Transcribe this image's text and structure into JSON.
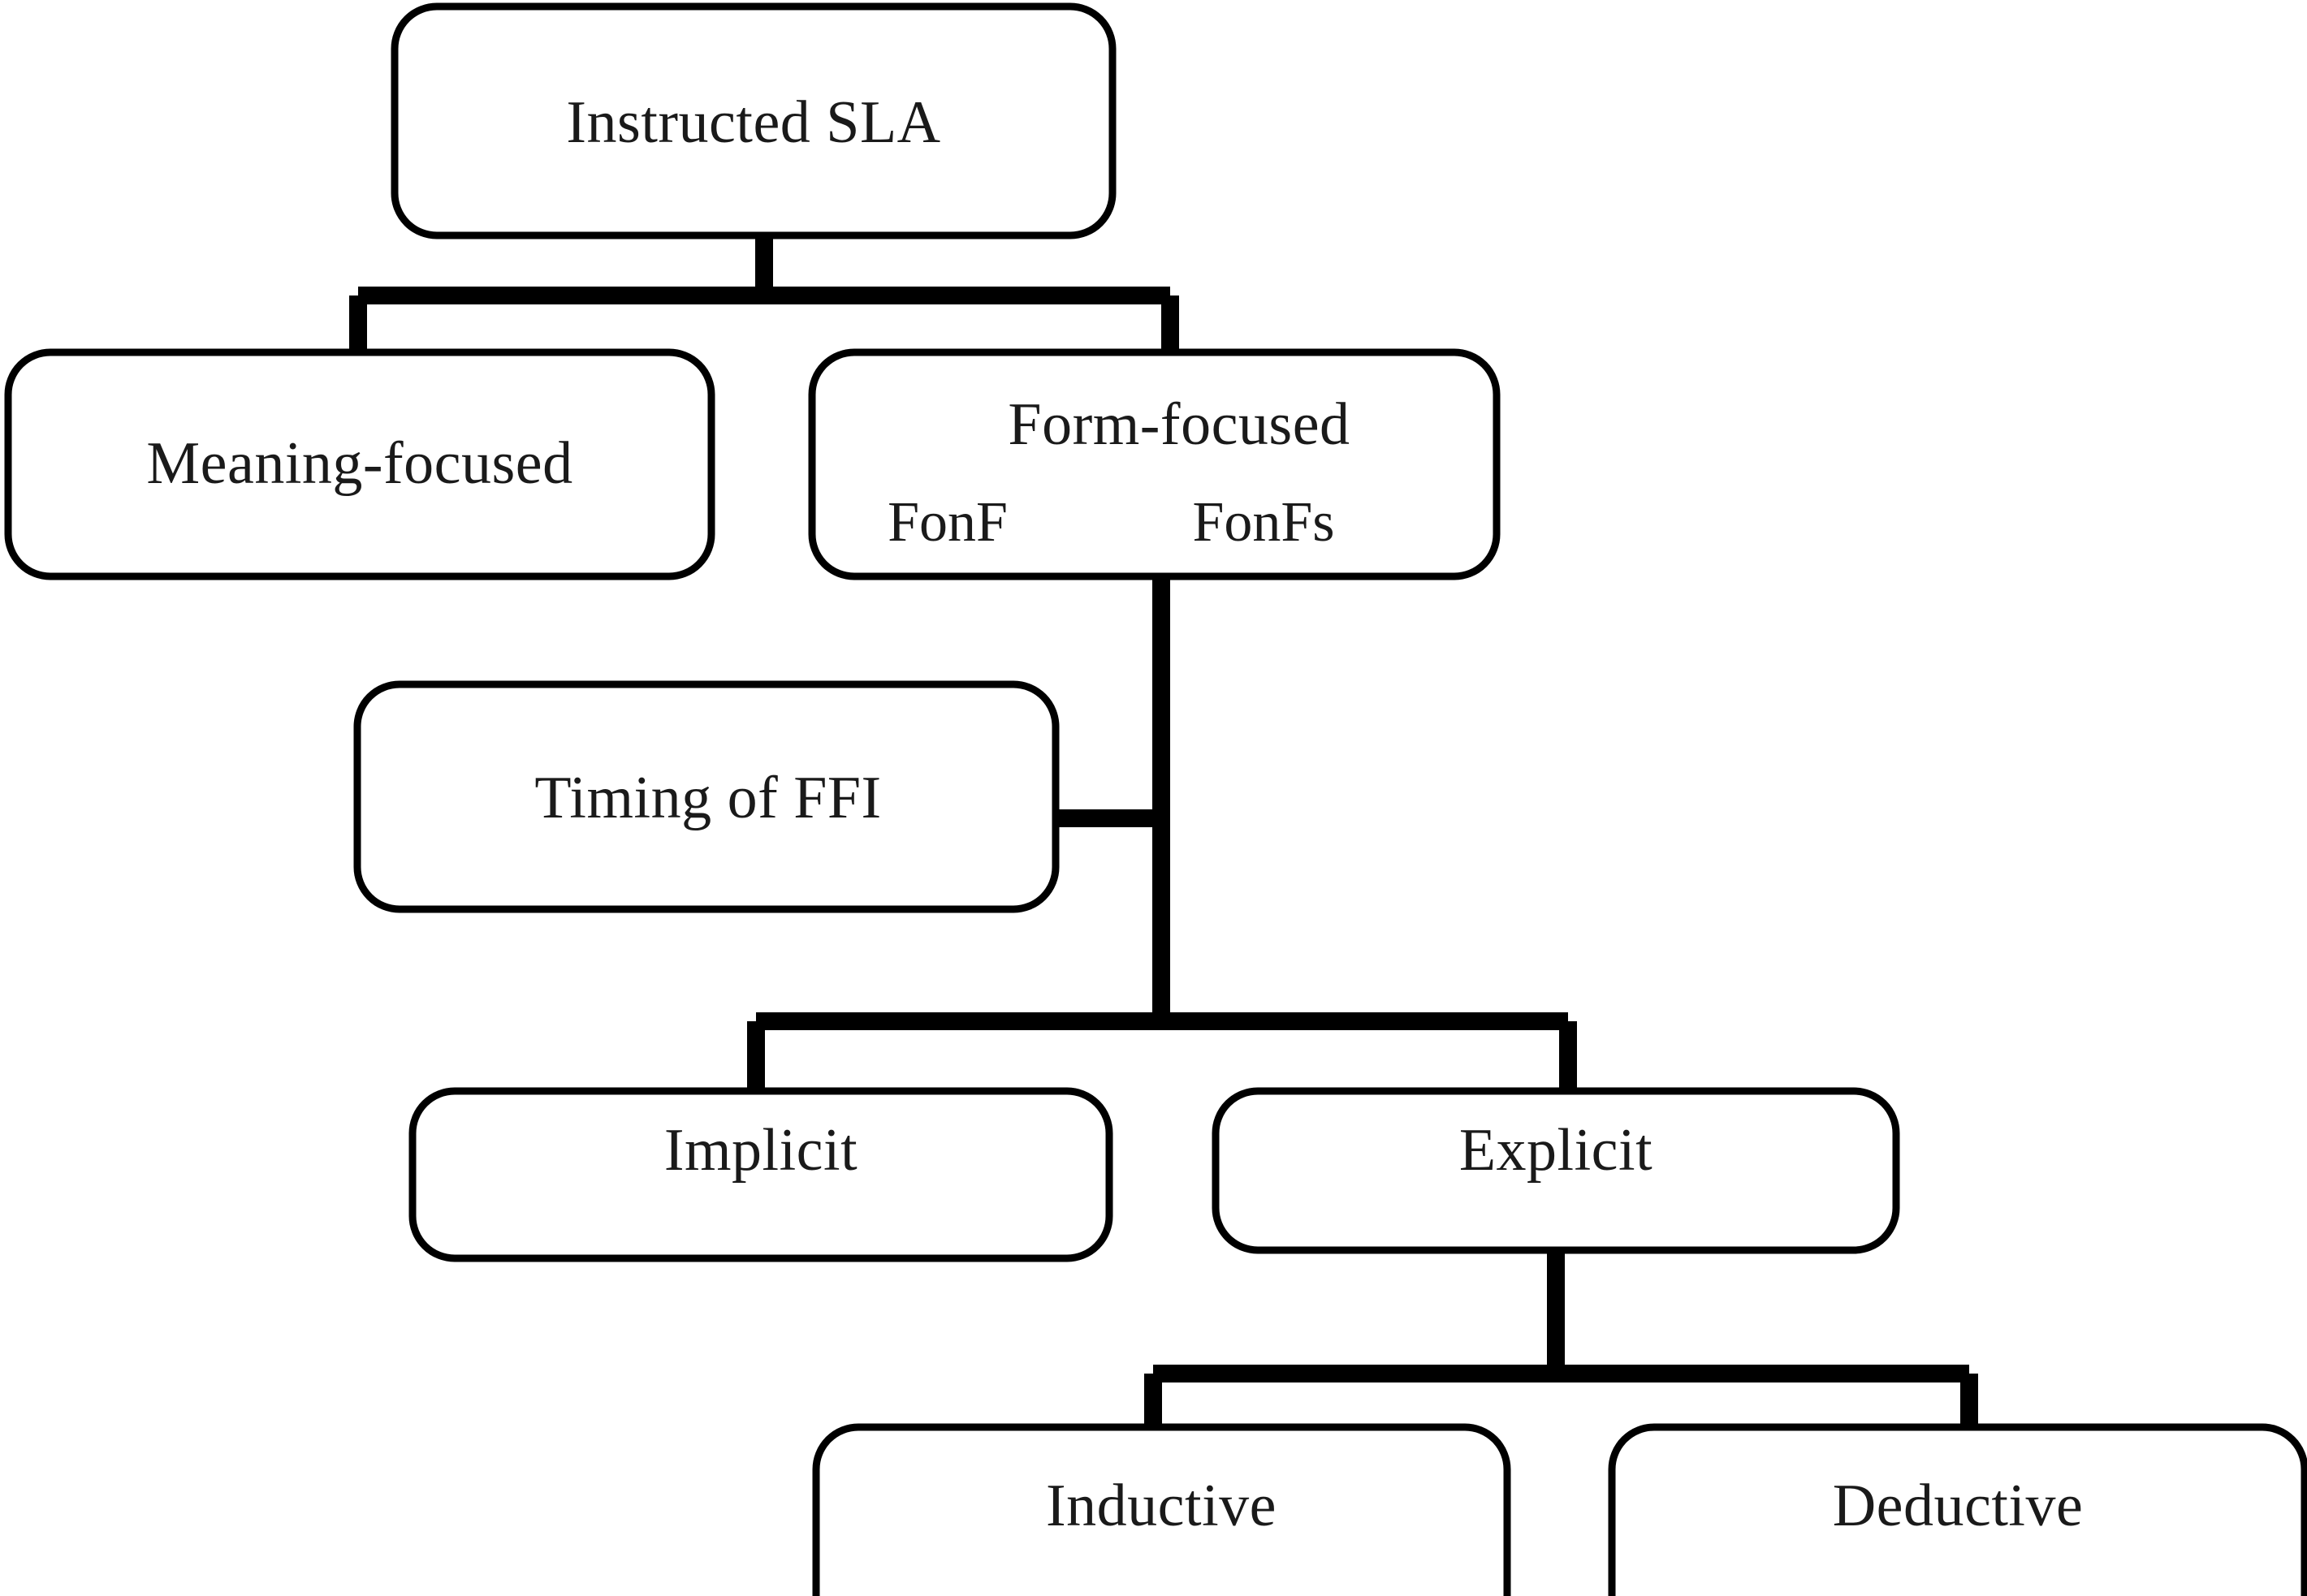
{
  "diagram": {
    "title_text": "",
    "type": "tree-hierarchy",
    "background_color": "#ffffff",
    "line_color": "#000000",
    "text_color": "#1a1a1a",
    "nodes": {
      "instructed_sla": {
        "label": "Instructed SLA"
      },
      "meaning_focused": {
        "label": "Meaning-focused"
      },
      "form_focused": {
        "label": "Form-focused",
        "sub_left": "FonF",
        "sub_right": "FonFs"
      },
      "timing_of_ffi": {
        "label": "Timing of FFI"
      },
      "implicit": {
        "label": "Implicit"
      },
      "explicit": {
        "label": "Explicit"
      },
      "inductive": {
        "label": "Inductive"
      },
      "deductive": {
        "label": "Deductive"
      }
    },
    "edges": [
      {
        "from": "instructed_sla",
        "to": "meaning_focused"
      },
      {
        "from": "instructed_sla",
        "to": "form_focused"
      },
      {
        "from": "form_focused",
        "to": "timing_of_ffi"
      },
      {
        "from": "form_focused",
        "to": "implicit"
      },
      {
        "from": "form_focused",
        "to": "explicit"
      },
      {
        "from": "explicit",
        "to": "inductive"
      },
      {
        "from": "explicit",
        "to": "deductive"
      }
    ]
  }
}
